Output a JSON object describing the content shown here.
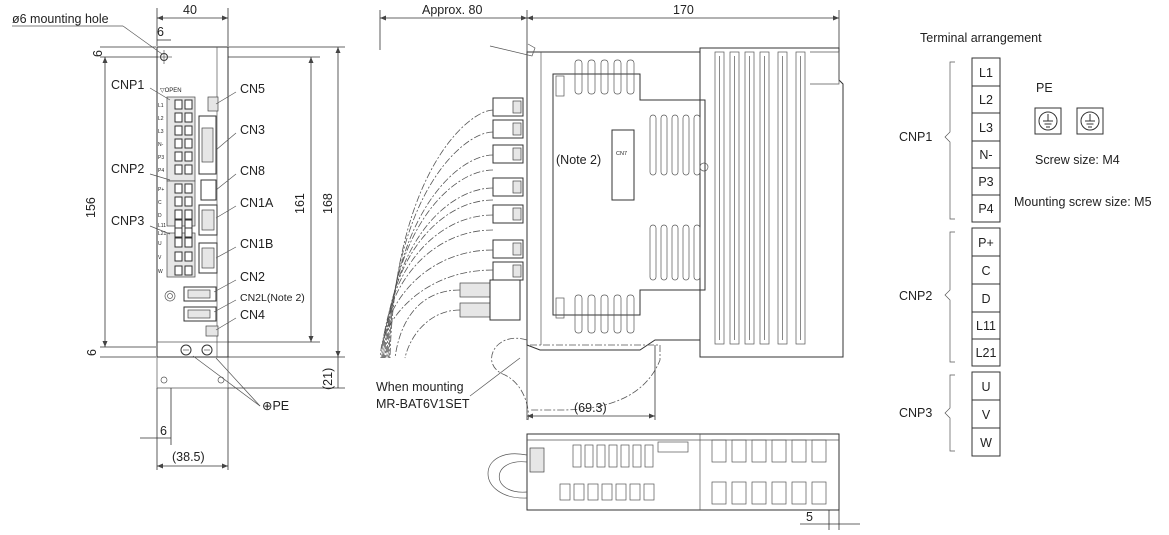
{
  "front": {
    "mount_hole": "ø6 mounting hole",
    "dim_width": "40",
    "dim_top_offset": "6",
    "dim_height_156": "156",
    "dim_height_161": "161",
    "dim_height_168": "168",
    "dim_bottom_offset": "6",
    "dim_21": "(21)",
    "dim_bottom_6": "6",
    "dim_38_5": "(38.5)",
    "pe": "⊕PE",
    "open_mark": "▽OPEN",
    "left_connectors": [
      "CNP1",
      "CNP2",
      "CNP3"
    ],
    "right_connectors": [
      "CN5",
      "CN3",
      "CN8",
      "CN1A",
      "CN1B",
      "CN2",
      "CN2L(Note 2)",
      "CN4"
    ],
    "pin_marks": [
      "L1",
      "L2",
      "L3",
      "N-",
      "P3",
      "P4",
      "P+",
      "C",
      "D",
      "L11",
      "L21",
      "U",
      "V",
      "W"
    ]
  },
  "side": {
    "dim_approx": "Approx. 80",
    "dim_depth": "170",
    "note": "(Note 2)",
    "cn7": "CN7",
    "battery_note_line1": "When mounting",
    "battery_note_line2": "MR-BAT6V1SET",
    "dim_69_3": "(69.3)",
    "dim_5": "5"
  },
  "terminal": {
    "title": "Terminal arrangement",
    "groups": [
      {
        "name": "CNP1",
        "pins": [
          "L1",
          "L2",
          "L3",
          "N-",
          "P3",
          "P4"
        ]
      },
      {
        "name": "CNP2",
        "pins": [
          "P+",
          "C",
          "D",
          "L11",
          "L21"
        ]
      },
      {
        "name": "CNP3",
        "pins": [
          "U",
          "V",
          "W"
        ]
      }
    ],
    "pe_label": "PE",
    "screw_size": "Screw size: M4",
    "mounting_screw": "Mounting screw size: M5"
  }
}
